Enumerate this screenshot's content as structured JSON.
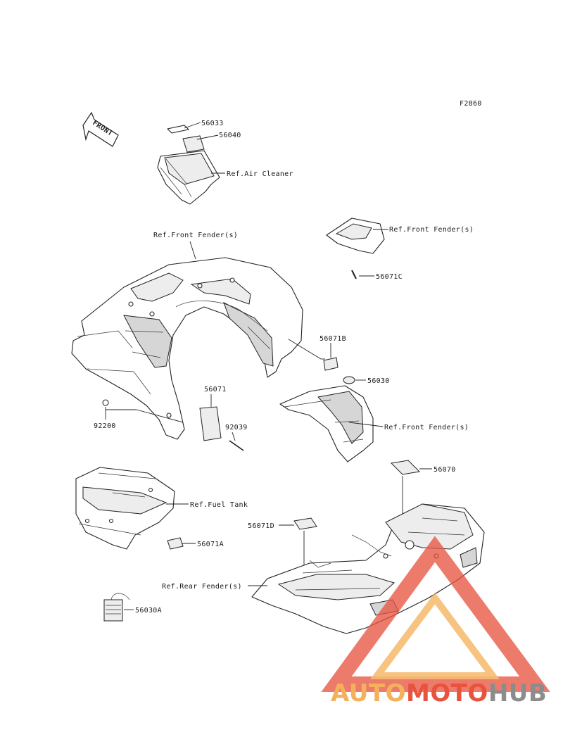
{
  "figure_code": "F2860",
  "front_arrow_label": "FRONT",
  "labels": {
    "p56033": "56033",
    "p56040": "56040",
    "ref_air_cleaner": "Ref.Air Cleaner",
    "ref_front_fenders_1": "Ref.Front Fender(s)",
    "ref_front_fenders_2": "Ref.Front Fender(s)",
    "ref_front_fender_3": "Ref.Front Fender(s)",
    "p56071C": "56071C",
    "p56071B": "56071B",
    "p56030": "56030",
    "p56071": "56071",
    "p92200": "92200",
    "p92039": "92039",
    "p56070": "56070",
    "ref_fuel_tank": "Ref.Fuel Tank",
    "p56071D": "56071D",
    "p56071A": "56071A",
    "ref_rear_fenders": "Ref.Rear Fender(s)",
    "p56030A": "56030A"
  },
  "watermark": {
    "part1": "AUTO",
    "part2": "MOTO",
    "part3": "HUB",
    "color_orange": "#f4b05a",
    "color_red": "#e8533f",
    "color_gray": "#8c8c8c"
  }
}
